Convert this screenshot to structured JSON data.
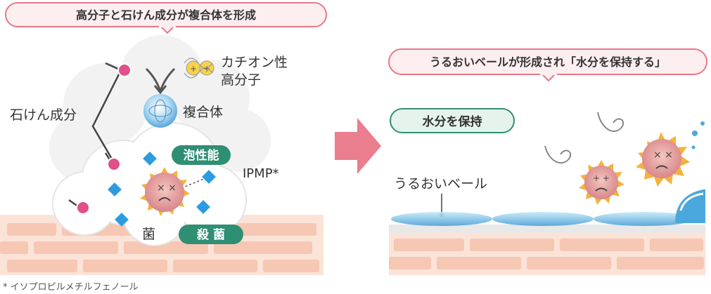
{
  "left_panel": {
    "banner": "高分子と石けん成分が複合体を形成",
    "soap_label": "石けん成分",
    "cationic_label_1": "カチオン性",
    "cationic_label_2": "高分子",
    "complex_label": "複合体",
    "foam_badge": "泡性能",
    "ipmp_label": "IPMP*",
    "germ_label": "菌",
    "kill_badge": "殺 菌"
  },
  "right_panel": {
    "banner": "うるおいベールが形成され「水分を保持する」",
    "keep_badge": "水分を保持",
    "veil_label": "うるおいベール"
  },
  "footnote": "* イソプロピルメチルフェノール",
  "colors": {
    "banner_border": "#e8788a",
    "banner_fill": "#fdeef0",
    "badge_green": "#2f8f73",
    "skin": "#f6c7b3",
    "arrow": "#ea7d8e",
    "diamond": "#2c9be0",
    "soap_head": "#e0508a",
    "germ_fill": "#e8a0a0",
    "germ_spikes": "#f3b33d",
    "water": "#4aa8dc"
  },
  "icons": [
    "arrow-right-icon",
    "germ-icon",
    "soap-molecule-icon",
    "complex-sphere-icon",
    "cationic-polymer-icon",
    "water-wave-icon"
  ]
}
